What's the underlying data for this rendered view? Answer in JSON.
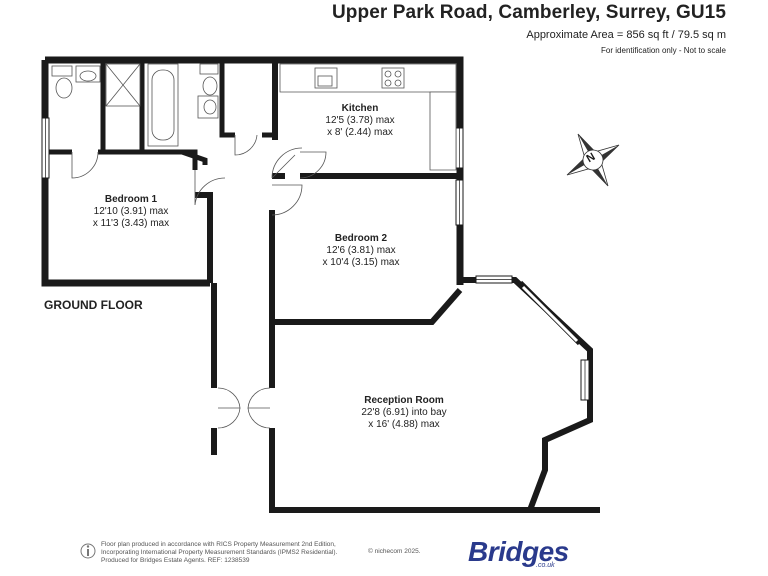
{
  "header": {
    "title": "Upper Park Road, Camberley, Surrey, GU15",
    "area": "Approximate Area = 856 sq ft / 79.5 sq m",
    "scale_note": "For identification only - Not to scale"
  },
  "floor": {
    "label": "GROUND FLOOR"
  },
  "rooms": {
    "kitchen": {
      "name": "Kitchen",
      "dim1": "12'5 (3.78) max",
      "dim2": "x 8' (2.44) max"
    },
    "bedroom1": {
      "name": "Bedroom 1",
      "dim1": "12'10 (3.91) max",
      "dim2": "x 11'3 (3.43) max"
    },
    "bedroom2": {
      "name": "Bedroom 2",
      "dim1": "12'6 (3.81) max",
      "dim2": "x 10'4 (3.15) max"
    },
    "reception": {
      "name": "Reception Room",
      "dim1": "22'8 (6.91) into bay",
      "dim2": "x 16' (4.88) max"
    }
  },
  "compass": {
    "label": "N",
    "icon": "compass-icon"
  },
  "footer": {
    "line1": "Floor plan produced in accordance with RICS Property Measurement 2nd Edition,",
    "line2": "Incorporating International Property Measurement Standards (IPMS2 Residential).",
    "line3": "Produced for Bridges Estate Agents.   REF: 1238539",
    "copyright": "© nichecom 2025.",
    "logo": "Bridges",
    "logo_sub": ".co.uk"
  },
  "colors": {
    "wall": "#1a1a1a",
    "fixture": "#555555",
    "brand": "#2a3a8c"
  }
}
